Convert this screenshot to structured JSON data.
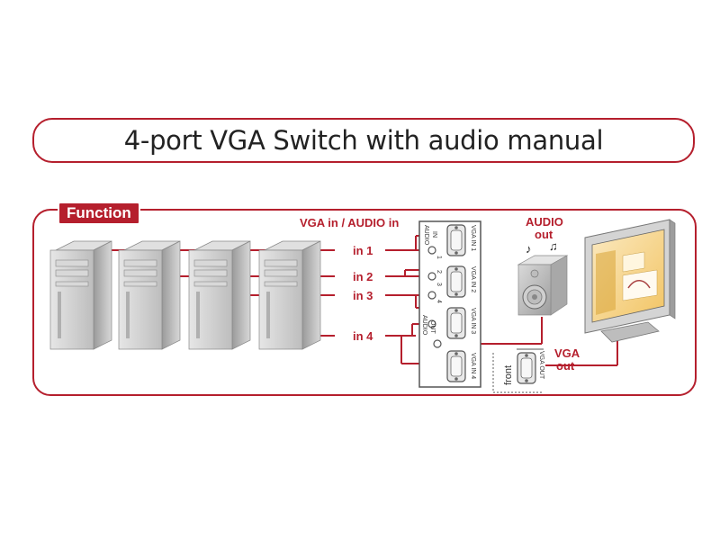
{
  "title": "4-port VGA Switch with audio manual",
  "section_label": "Function",
  "labels": {
    "vga_audio_in": "VGA in / AUDIO in",
    "in1": "in 1",
    "in2": "in 2",
    "in3": "in 3",
    "in4": "in 4",
    "audio_out_top": "AUDIO",
    "audio_out_bottom": "out",
    "vga_out_top": "VGA",
    "vga_out_bottom": "out"
  },
  "switch_panel": {
    "vga_in_1": "VGA IN 1",
    "vga_in_2": "VGA IN 2",
    "vga_in_3": "VGA IN 3",
    "vga_in_4": "VGA IN 4",
    "audio_in_a": "AUDIO",
    "audio_in_b": "IN",
    "audio_out_a": "AUDIO",
    "audio_out_b": "OUT",
    "num1": "1",
    "num2": "2",
    "num3": "3",
    "num4": "4"
  },
  "front_panel": {
    "front": "front",
    "vga_out": "VGA OUT"
  },
  "colors": {
    "accent": "#b51f2d",
    "computer_gray": "#c8c8c8",
    "monitor_frame": "#d4d4d4"
  }
}
